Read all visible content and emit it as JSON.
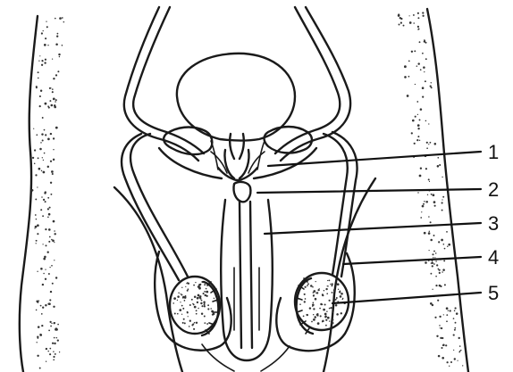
{
  "labels": [
    {
      "id": "1",
      "text": "1"
    },
    {
      "id": "2",
      "text": "2"
    },
    {
      "id": "3",
      "text": "3"
    },
    {
      "id": "4",
      "text": "4"
    },
    {
      "id": "5",
      "text": "5"
    }
  ]
}
